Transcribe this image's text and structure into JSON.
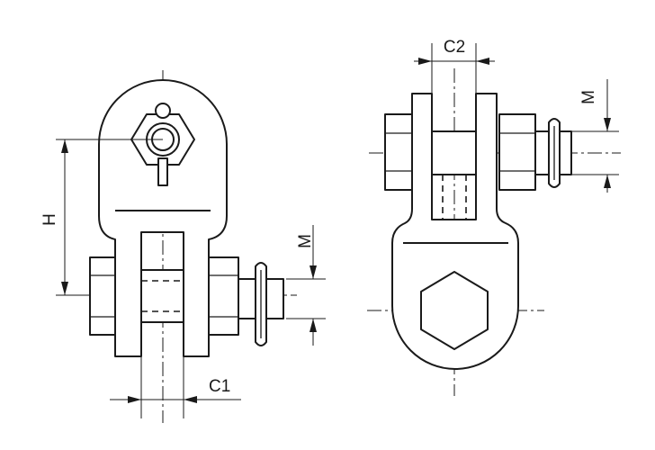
{
  "labels": {
    "c1": "C1",
    "c2": "C2",
    "h": "H",
    "m_left": "M",
    "m_right": "M"
  },
  "colors": {
    "line": "#1a1a1a",
    "background": "#ffffff"
  }
}
